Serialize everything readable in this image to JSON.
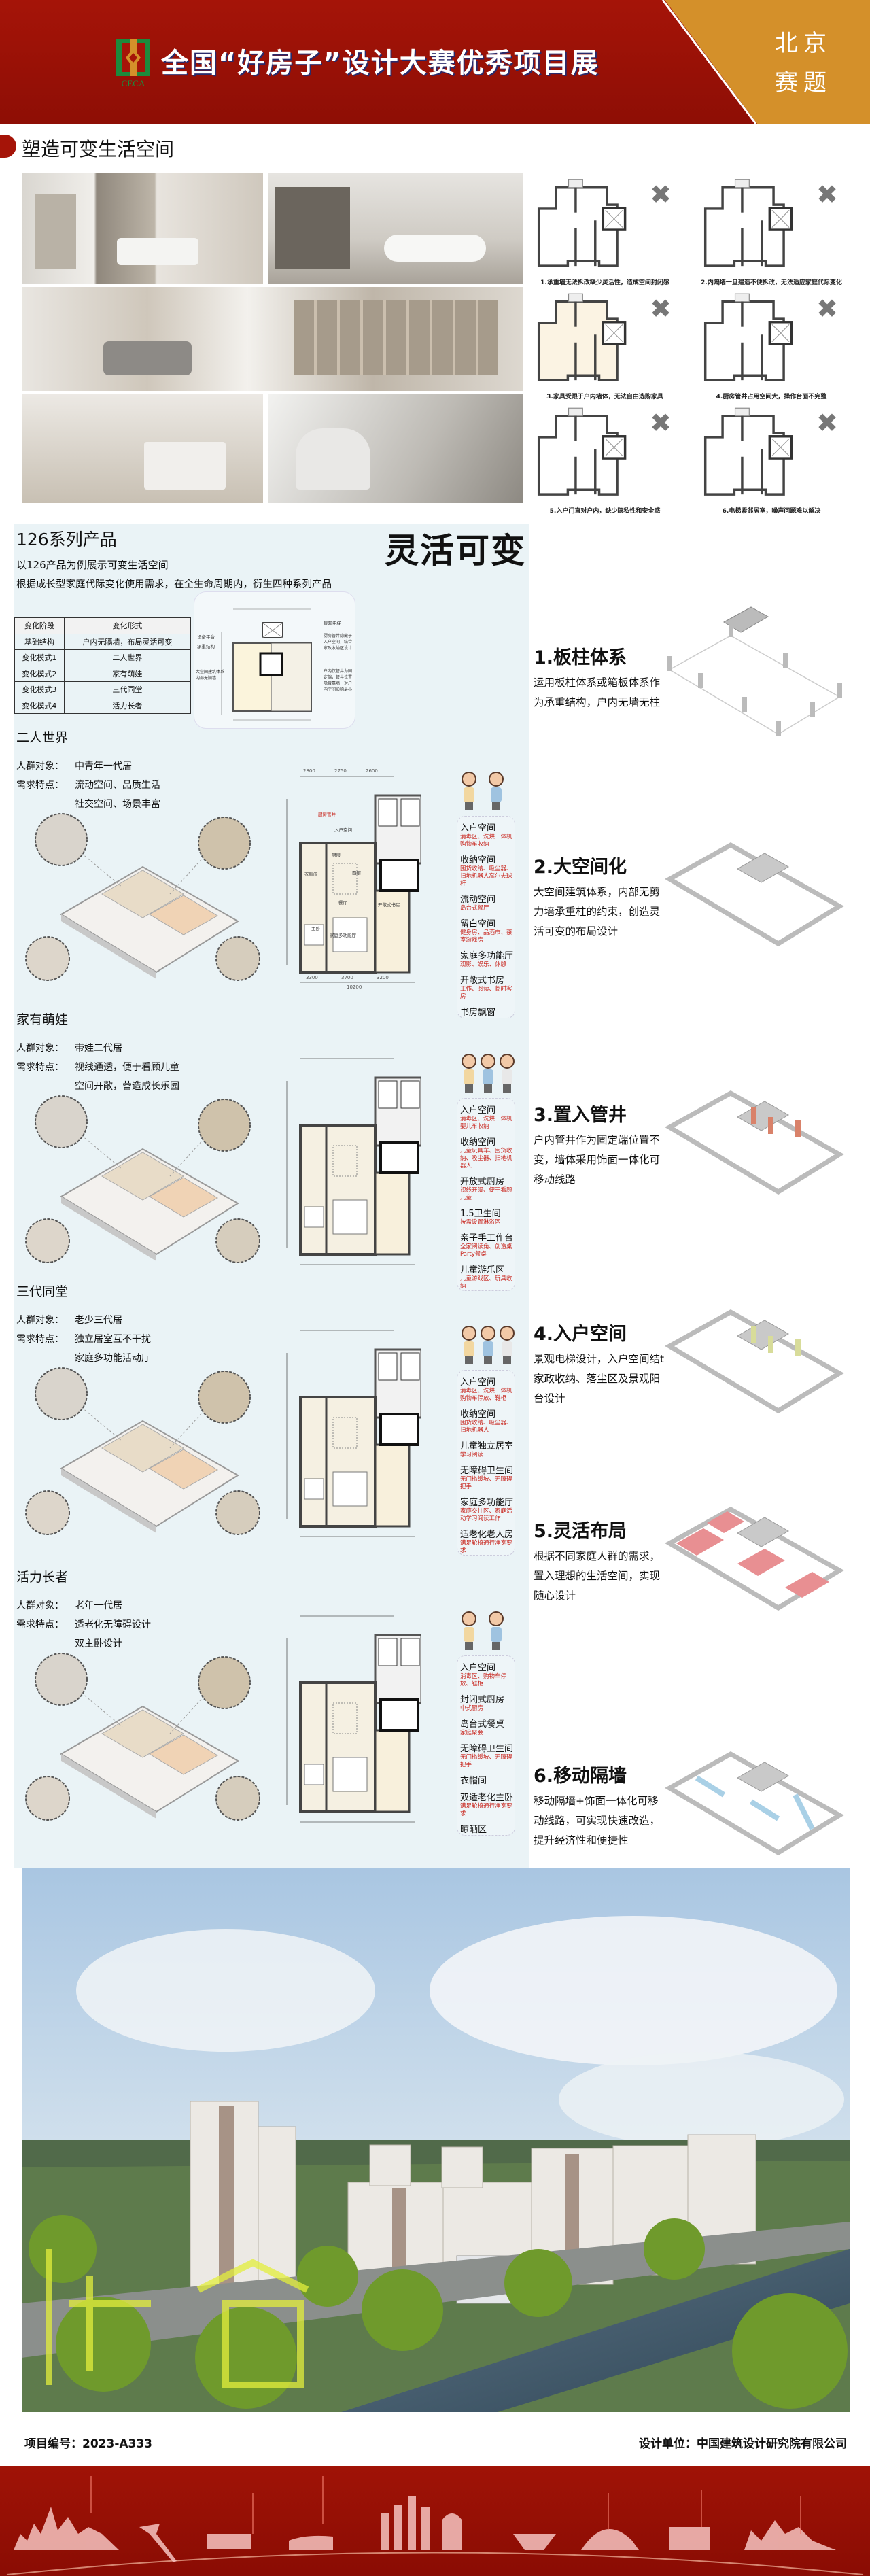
{
  "header": {
    "title": "全国“好房子”设计大赛优秀项目展",
    "logo_text": "CECA",
    "region_line1": "北京",
    "region_line2": "赛题",
    "colors": {
      "red": "#a51408",
      "gold": "#d4902a"
    }
  },
  "section": {
    "title": "塑造可变生活空间"
  },
  "problems": [
    {
      "caption": "1.承重墙无法拆改缺少灵活性，造成空间封闭感",
      "mark": "✖"
    },
    {
      "caption": "2.内隔墙一旦建造不便拆改，无法适应家庭代际变化",
      "mark": "✖"
    },
    {
      "caption": "3.家具受限于户内墙体，无法自由选购家具",
      "mark": "✖"
    },
    {
      "caption": "4.厨房管井占用空间大，操作台面不完整",
      "mark": "✖"
    },
    {
      "caption": "5.入户门直对户内，缺少隐私性和安全感",
      "mark": "✖"
    },
    {
      "caption": "6.电梯紧邻居室，噪声问题难以解决",
      "mark": "✖"
    }
  ],
  "series": {
    "title": "126系列产品",
    "big_title": "灵活可变",
    "line1": "以126产品为例展示可变生活空间",
    "line2": "根据成长型家庭代际变化使用需求，在全生命周期内，衍生四种系列产品",
    "table": [
      [
        "变化阶段",
        "变化形式"
      ],
      [
        "基础结构",
        "户内无隔墙，布局灵活可变"
      ],
      [
        "变化模式1",
        "二人世界"
      ],
      [
        "变化模式2",
        "家有萌娃"
      ],
      [
        "变化模式3",
        "三代同堂"
      ],
      [
        "变化模式4",
        "活力长者"
      ]
    ],
    "core_plan_labels": {
      "l1": "设备平台",
      "l2": "承重结构",
      "l3": "大空间建筑体系内部无隔墙",
      "r1": "景观电梯",
      "r2": "厨房管井隐藏于入户空间，结合家政收纳区设计",
      "r3": "户内仅管井为固定端，管井位置隐蔽靠墙，对户内空间影响最小"
    }
  },
  "scenarios": [
    {
      "title": "二人世界",
      "target_label": "人群对象：",
      "target": "中青年一代居",
      "needs_label": "需求特点：",
      "needs1": "流动空间、品质生活",
      "needs2": "社交空间、场景丰富",
      "dims_top": [
        "2800",
        "2750",
        "2600"
      ],
      "dims_bottom": [
        "3300",
        "3700",
        "3200"
      ],
      "dims_total": "10200",
      "plan_labels": [
        "厨房管井",
        "入户空间",
        "衣帽间",
        "厨房",
        "西厨",
        "餐厅",
        "主卧",
        "家庭多功能厅",
        "开敞式书房"
      ],
      "callouts": [
        {
          "t": "入户空间",
          "s": "消毒区、洗烘一体机购物车收纳"
        },
        {
          "t": "收纳空间",
          "s": "囤货收纳、吸尘器、扫地机器人高尔夫球杆"
        },
        {
          "t": "流动空间",
          "s": "岛台式餐厅"
        },
        {
          "t": "留白空间",
          "s": "健身房、品酒市、茶室游戏房"
        },
        {
          "t": "家庭多功能厅",
          "s": "观影、娱乐、休憩"
        },
        {
          "t": "开敞式书房",
          "s": "工作、阅读、临时客房"
        },
        {
          "t": "书房飘窗",
          "s": ""
        }
      ],
      "people": 2
    },
    {
      "title": "家有萌娃",
      "target_label": "人群对象：",
      "target": "带娃二代居",
      "needs_label": "需求特点：",
      "needs1": "视线通透，便于看顾儿童",
      "needs2": "空间开敞，营造成长乐园",
      "callouts": [
        {
          "t": "入户空间",
          "s": "消毒区、洗烘一体机婴儿车收纳"
        },
        {
          "t": "收纳空间",
          "s": "儿童玩具车、囤货收纳、吸尘器、扫地机器人"
        },
        {
          "t": "开放式厨房",
          "s": "视线开阔、便于看顾儿童"
        },
        {
          "t": "1.5卫生间",
          "s": "按需设置淋浴区"
        },
        {
          "t": "亲子手工作台",
          "s": "全家阅读角、创造桌Party餐桌"
        },
        {
          "t": "儿童游乐区",
          "s": "儿童游戏区、玩具收纳"
        }
      ],
      "people": 3
    },
    {
      "title": "三代同堂",
      "target_label": "人群对象：",
      "target": "老少三代居",
      "needs_label": "需求特点：",
      "needs1": "独立居室互不干扰",
      "needs2": "家庭多功能活动厅",
      "callouts": [
        {
          "t": "入户空间",
          "s": "消毒区、洗烘一体机购物车停放、鞋柜"
        },
        {
          "t": "收纳空间",
          "s": "囤货收纳、吸尘器、扫地机器人"
        },
        {
          "t": "儿童独立居室",
          "s": "学习阅读"
        },
        {
          "t": "无障碍卫生间",
          "s": "无门槛缓坡、无障碍把手"
        },
        {
          "t": "家庭多功能厅",
          "s": "家庭交往区、家庭活动学习阅读工作"
        },
        {
          "t": "适老化老人房",
          "s": "满足轮椅通行净宽要求"
        }
      ],
      "people": 3
    },
    {
      "title": "活力长者",
      "target_label": "人群对象：",
      "target": "老年一代居",
      "needs_label": "需求特点：",
      "needs1": "适老化无障碍设计",
      "needs2": "双主卧设计",
      "callouts": [
        {
          "t": "入户空间",
          "s": "消毒区、购物车停放、鞋柜"
        },
        {
          "t": "封闭式厨房",
          "s": "中式厨房"
        },
        {
          "t": "岛台式餐桌",
          "s": "家庭聚会"
        },
        {
          "t": "无障碍卫生间",
          "s": "无门槛缓坡、无障碍把手"
        },
        {
          "t": "衣帽间",
          "s": ""
        },
        {
          "t": "双适老化主卧",
          "s": "满足轮椅通行净宽要求"
        },
        {
          "t": "晾晒区",
          "s": ""
        }
      ],
      "people": 2
    }
  ],
  "features": [
    {
      "title": "1.板柱体系",
      "desc": "运用板柱体系或箱板体系作为承重结构，户内无墙无柱",
      "accent": "none"
    },
    {
      "title": "2.大空间化",
      "desc": "大空间建筑体系，内部无剪力墙承重柱的约束，创造灵活可变的布局设计",
      "accent": "none"
    },
    {
      "title": "3.置入管井",
      "desc": "户内管井作为固定端位置不变，墙体采用饰面一体化可移动线路",
      "accent": "#d9826a"
    },
    {
      "title": "4.入户空间",
      "desc": "景观电梯设计，入户空间结t家政收纳、落尘区及景观阳台设计",
      "accent": "#d8dc9a"
    },
    {
      "title": "5.灵活布局",
      "desc": "根据不同家庭人群的需求，置入理想的生活空间，实现随心设计",
      "accent": "#e88f92"
    },
    {
      "title": "6.移动隔墙",
      "desc": "移动隔墙+饰面一体化可移动线路，可实现快速改造，提升经济性和便捷性",
      "accent": "#a9d0e6"
    }
  ],
  "footer": {
    "project_no": "项目编号：2023-A333",
    "designer": "设计单位：中国建筑设计研究院有限公司"
  }
}
